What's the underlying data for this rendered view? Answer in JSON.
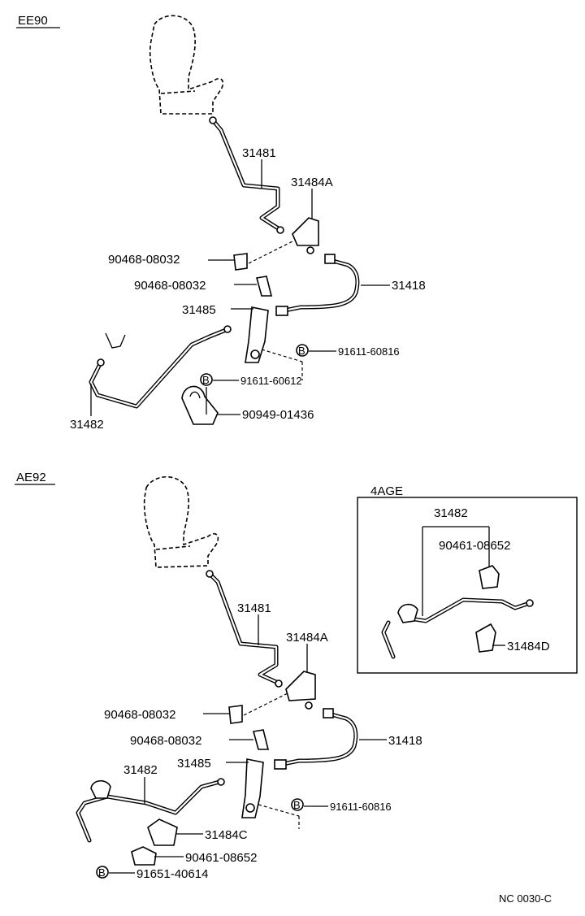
{
  "sections": {
    "ee90": {
      "title": "EE90",
      "labels": {
        "p31481": "31481",
        "p31484a": "31484A",
        "clip1": "90468-08032",
        "clip2": "90468-08032",
        "p31418": "31418",
        "p31485": "31485",
        "bolt_b1": "91611-60816",
        "bolt_b2": "91611-60612",
        "p90949": "90949-01436",
        "p31482": "31482"
      },
      "bolt_marker": "B"
    },
    "ae92": {
      "title": "AE92",
      "labels": {
        "p31481": "31481",
        "p31484a": "31484A",
        "clip1": "90468-08032",
        "clip2": "90468-08032",
        "p31418": "31418",
        "p31482": "31482",
        "p31485": "31485",
        "bolt_b1": "91611-60816",
        "p31484c": "31484C",
        "p90461": "90461-08652",
        "bolt_b2": "91651-40614"
      },
      "bolt_marker": "B"
    },
    "inset_4age": {
      "title": "4AGE",
      "labels": {
        "p31482": "31482",
        "p90461": "90461-08652",
        "p31484d": "31484D"
      }
    }
  },
  "footer_code": "NC 0030-C"
}
